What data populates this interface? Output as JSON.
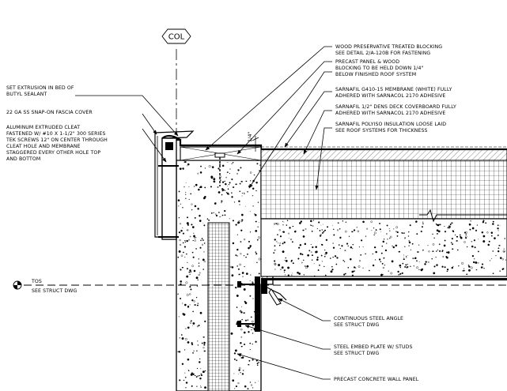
{
  "drawing": {
    "column_tag": "COL",
    "dimension_text": "1/4\"",
    "left_notes": [
      {
        "lines": [
          "SET EXTRUSION IN BED OF",
          "BUTYL SEALANT"
        ]
      },
      {
        "lines": [
          "22 GA SS SNAP-ON FASCIA COVER"
        ]
      },
      {
        "lines": [
          "ALUMINUM EXTRUDED CLEAT",
          "FASTENED W/ #10 X 1-1/2\" 300 SERIES",
          "TEK SCREWS 12\" ON CENTER THROUGH",
          "CLEAT HOLE AND MEMBRANE",
          "STAGGERED EVERY OTHER HOLE TOP",
          "AND BOTTOM"
        ]
      }
    ],
    "right_notes": [
      {
        "lines": [
          "WOOD PRESERVATIVE TREATED BLOCKING",
          "SEE DETAIL 2/A-120B FOR FASTENING"
        ]
      },
      {
        "lines": [
          "PRECAST PANEL & WOOD",
          "BLOCKING TO BE HELD DOWN 1/4\"",
          "BELOW FINISHED ROOF SYSTEM"
        ]
      },
      {
        "lines": [
          "SARNAFIL G410-15 MEMBRANE (WHITE) FULLY",
          "ADHERED WITH SARNACOL 2170 ADHESIVE"
        ]
      },
      {
        "lines": [
          "SARNAFIL 1/2\" DENS DECK COVERBOARD FULLY",
          "ADHERED WITH  SARNACOL 2170 ADHESIVE"
        ]
      },
      {
        "lines": [
          "SARNAFIL POLYISO INSULATION LOOSE LAID",
          "SEE ROOF SYSTEMS FOR THICKNESS"
        ]
      }
    ],
    "lower_notes": [
      {
        "lines": [
          "CONTINUOUS STEEL ANGLE",
          "SEE STRUCT DWG"
        ]
      },
      {
        "lines": [
          "STEEL EMBED PLATE W/ STUDS",
          "SEE STRUCT DWG"
        ]
      },
      {
        "lines": [
          "PRECAST CONCRETE WALL PANEL"
        ]
      }
    ],
    "tos": {
      "title": "TOS",
      "subtitle": "SEE STRUCT DWG"
    }
  }
}
